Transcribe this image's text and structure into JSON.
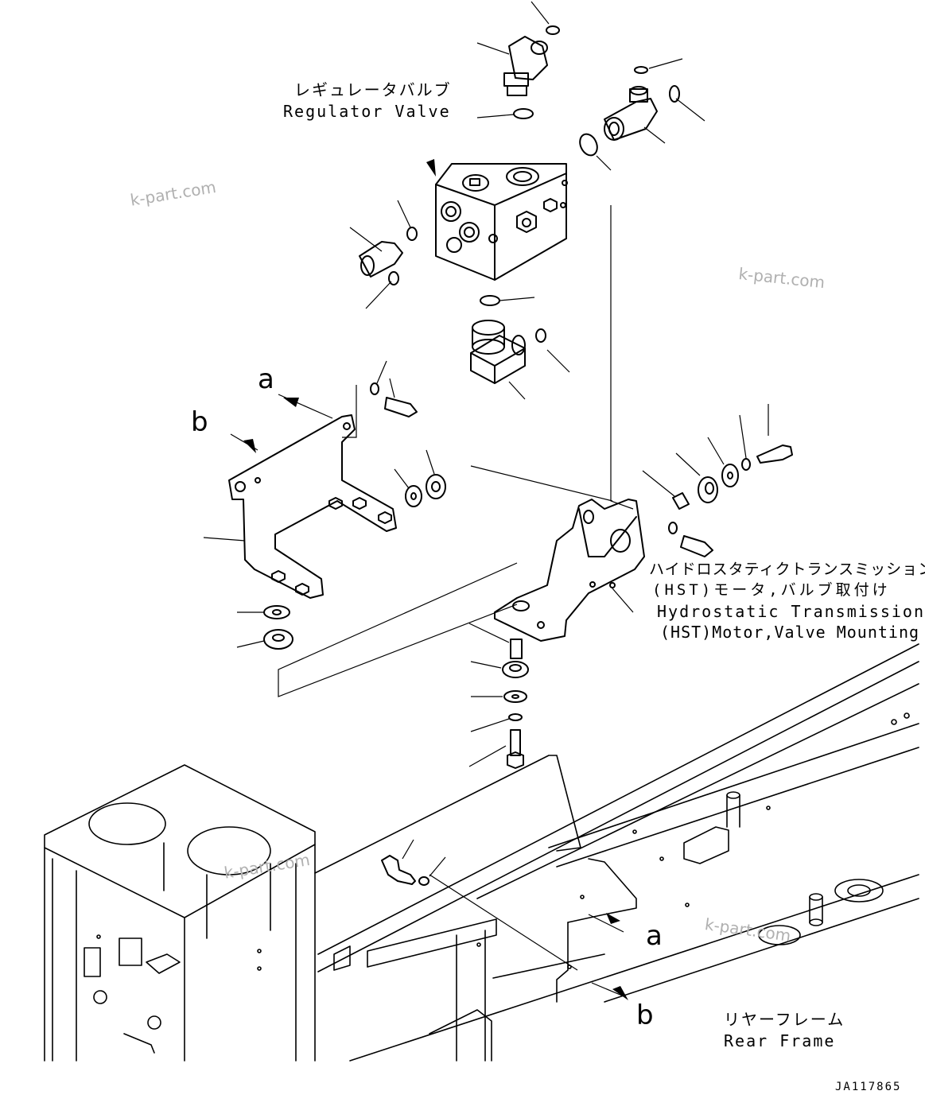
{
  "labels": {
    "regulator_valve_jp": "レギュレータバルブ",
    "regulator_valve_en": "Regulator Valve",
    "hst_jp_1": "ハイドロスタティクトランスミッション",
    "hst_jp_2": "(HST)モータ,バルブ取付け",
    "hst_en_1": "Hydrostatic Transmission",
    "hst_en_2": "(HST)Motor,Valve Mounting",
    "rear_frame_jp": "リヤーフレーム",
    "rear_frame_en": "Rear Frame",
    "ref_a_top": "a",
    "ref_b_top": "b",
    "ref_a_bottom": "a",
    "ref_b_bottom": "b",
    "drawing_code": "JA117865"
  },
  "watermarks": [
    "k-part.com",
    "k-part.com",
    "k-part.com",
    "k-part.com"
  ],
  "colors": {
    "line": "#000000",
    "watermark": "#b0b0b0",
    "background": "#ffffff"
  }
}
